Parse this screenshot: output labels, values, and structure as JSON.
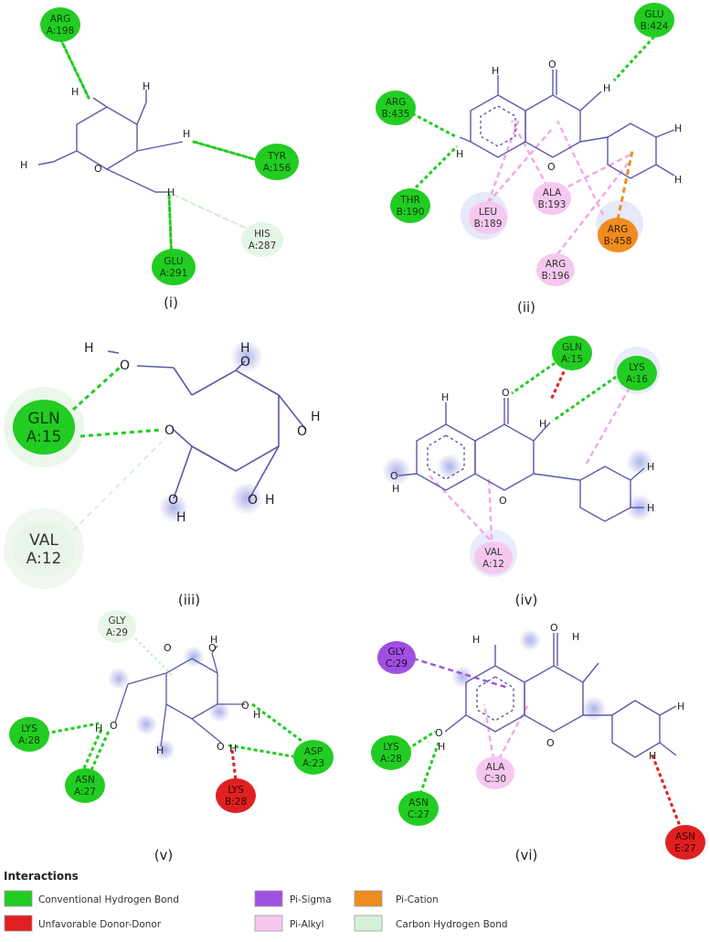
{
  "colors": {
    "conventional_hbond": "#22cc22",
    "unfavorable_dd": "#e02020",
    "pi_sigma": "#a050e0",
    "pi_alkyl": "#f0a8e8",
    "pi_cation": "#f08c1e",
    "carbon_hbond": "#d6f2d6",
    "bond": "#5a5aa8"
  },
  "panels": [
    {
      "caption": "(i)",
      "residues": [
        {
          "chain": "ARG",
          "num": "A:198",
          "type": "conventional_hbond"
        },
        {
          "chain": "TYR",
          "num": "A:156",
          "type": "conventional_hbond"
        },
        {
          "chain": "HIS",
          "num": "A:287",
          "type": "carbon_hbond"
        },
        {
          "chain": "GLU",
          "num": "A:291",
          "type": "conventional_hbond"
        }
      ]
    },
    {
      "caption": "(ii)",
      "residues": [
        {
          "chain": "GLU",
          "num": "B:424",
          "type": "conventional_hbond"
        },
        {
          "chain": "ARG",
          "num": "B:435",
          "type": "conventional_hbond"
        },
        {
          "chain": "THR",
          "num": "B:190",
          "type": "conventional_hbond"
        },
        {
          "chain": "LEU",
          "num": "B:189",
          "type": "pi_alkyl"
        },
        {
          "chain": "ALA",
          "num": "B:193",
          "type": "pi_alkyl"
        },
        {
          "chain": "ARG",
          "num": "B:458",
          "type": "pi_cation"
        },
        {
          "chain": "ARG",
          "num": "B:196",
          "type": "pi_alkyl"
        }
      ]
    },
    {
      "caption": "(iii)",
      "residues": [
        {
          "chain": "GLN",
          "num": "A:15",
          "type": "conventional_hbond"
        },
        {
          "chain": "VAL",
          "num": "A:12",
          "type": "carbon_hbond"
        }
      ]
    },
    {
      "caption": "(iv)",
      "residues": [
        {
          "chain": "GLN",
          "num": "A:15",
          "type": "conventional_hbond"
        },
        {
          "chain": "LYS",
          "num": "A:16",
          "type": "conventional_hbond"
        },
        {
          "chain": "VAL",
          "num": "A:12",
          "type": "pi_alkyl"
        }
      ]
    },
    {
      "caption": "(v)",
      "residues": [
        {
          "chain": "GLY",
          "num": "A:29",
          "type": "carbon_hbond"
        },
        {
          "chain": "LYS",
          "num": "A:28",
          "type": "conventional_hbond"
        },
        {
          "chain": "ASN",
          "num": "A:27",
          "type": "conventional_hbond"
        },
        {
          "chain": "LYS",
          "num": "B:28",
          "type": "unfavorable_dd"
        },
        {
          "chain": "ASP",
          "num": "A:23",
          "type": "conventional_hbond"
        }
      ]
    },
    {
      "caption": "(vi)",
      "residues": [
        {
          "chain": "GLY",
          "num": "C:29",
          "type": "pi_sigma"
        },
        {
          "chain": "LYS",
          "num": "A:28",
          "type": "conventional_hbond"
        },
        {
          "chain": "ASN",
          "num": "C:27",
          "type": "conventional_hbond"
        },
        {
          "chain": "ALA",
          "num": "C:30",
          "type": "pi_alkyl"
        },
        {
          "chain": "ASN",
          "num": "E:27",
          "type": "unfavorable_dd"
        }
      ]
    }
  ],
  "atoms": {
    "hydroxyl_h": "H",
    "oxygen": "O"
  },
  "legend": {
    "title": "Interactions",
    "items": [
      {
        "label": "Conventional Hydrogen Bond",
        "type": "conventional_hbond"
      },
      {
        "label": "Unfavorable Donor-Donor",
        "type": "unfavorable_dd"
      },
      {
        "label": "Pi-Sigma",
        "type": "pi_sigma"
      },
      {
        "label": "Pi-Alkyl",
        "type": "pi_alkyl"
      },
      {
        "label": "Pi-Cation",
        "type": "pi_cation"
      },
      {
        "label": "Carbon Hydrogen Bond",
        "type": "carbon_hbond"
      }
    ]
  }
}
